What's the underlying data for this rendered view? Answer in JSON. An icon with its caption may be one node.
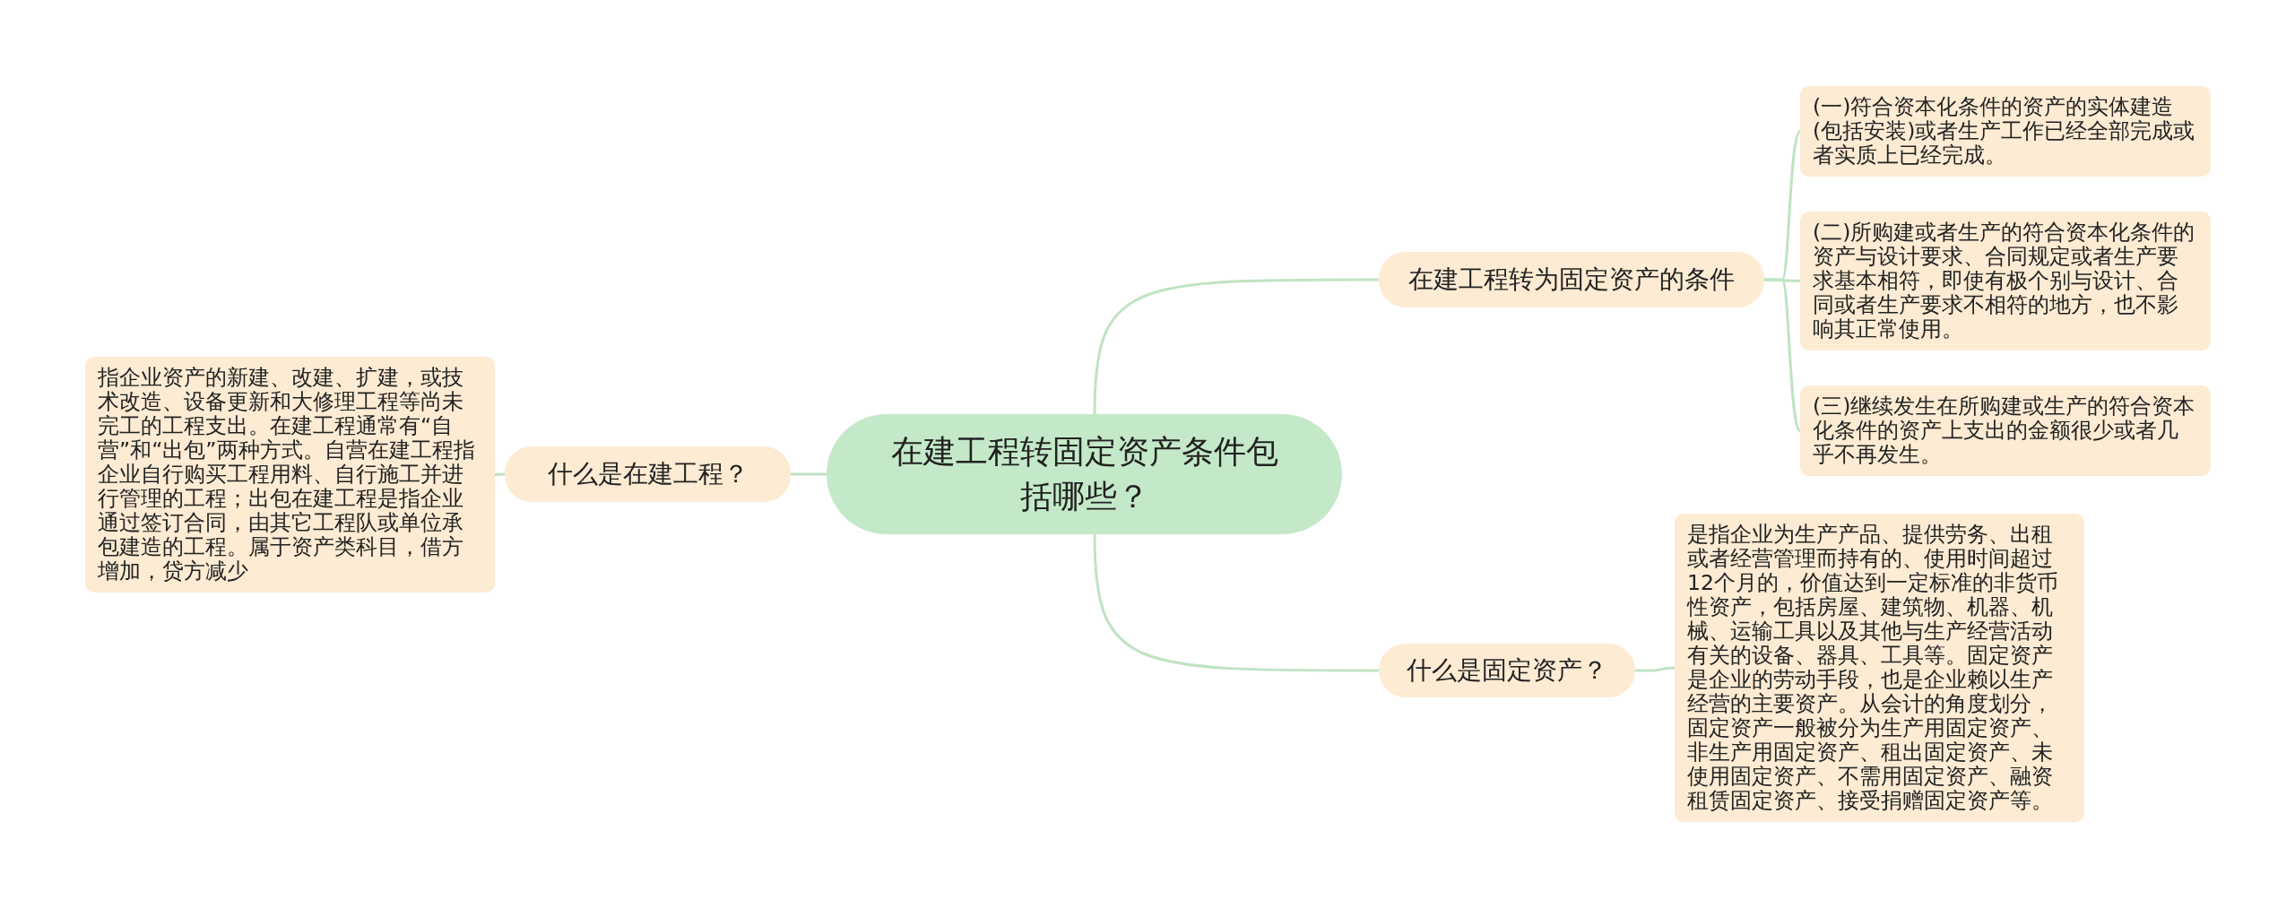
{
  "diagram": {
    "nodes": [
      {
        "text": [
          "在建工程转固定资产条件包括哪些？"
        ]
      },
      {
        "text": [
          "在建工程转为固定资产的条件"
        ]
      },
      {
        "text": [
          "(一)符合资本化条件的资产的实体建造(包括安装)或者生产工作已经全部完成或者实质上已经完成。"
        ]
      },
      {
        "text": [
          "(二)所购建或者生产的符合资本化条件的资产与设计要求、合同规定或者生产要求基本相符，即使有极个别与设计、合同或者生产要求不相符的地方，也不影响其正常使用。"
        ]
      },
      {
        "text": [
          "(三)继续发生在所购建或生产的符合资本化条件的资产上支出的金额很少或者几乎不再发生。"
        ]
      },
      {
        "text": [
          "什么是固定资产？"
        ]
      },
      {
        "text": [
          "是指企业为生产产品、提供劳务、出租或者经营管理而持有的、使用时间超过12个月的，价值达到一定标准的非货币性资产，包括房屋、建筑物、机器、机械、运输工具以及其他与生产经营活动有关的设备、器具、工具等。固定资产是企业的劳动手段，也是企业赖以生产经营的主要资产。从会计的角度划分，固定资产一般被分为生产用固定资产、非生产用固定资产、租出固定资产、未使用固定资产、不需用固定资产、融资租赁固定资产、接受捐赠固定资产等。"
        ]
      },
      {
        "text": [
          "什么是在建工程？"
        ]
      },
      {
        "text": [
          "指企业资产的新建、改建、扩建，或技术改造、设备更新和大修理工程等尚未完工的工程支出。在建工程通常有“自营”和“出包”两种方式。自营在建工程指企业自行购买工程用料、自行施工并进行管理的工程；出包在建工程是指企业通过签订合同，由其它工程队或单位承包建造的工程。属于资产类科目，借方增加，贷方减少"
        ]
      }
    ],
    "edges": [
      {
        "from": 0,
        "to": 1,
        "arrow": "none"
      },
      {
        "from": 1,
        "to": 2,
        "arrow": "none"
      },
      {
        "from": 1,
        "to": 3,
        "arrow": "none"
      },
      {
        "from": 1,
        "to": 4,
        "arrow": "none"
      },
      {
        "from": 0,
        "to": 5,
        "arrow": "none"
      },
      {
        "from": 5,
        "to": 6,
        "arrow": "none"
      },
      {
        "from": 0,
        "to": 7,
        "arrow": "none"
      },
      {
        "from": 7,
        "to": 8,
        "arrow": "none"
      }
    ]
  }
}
